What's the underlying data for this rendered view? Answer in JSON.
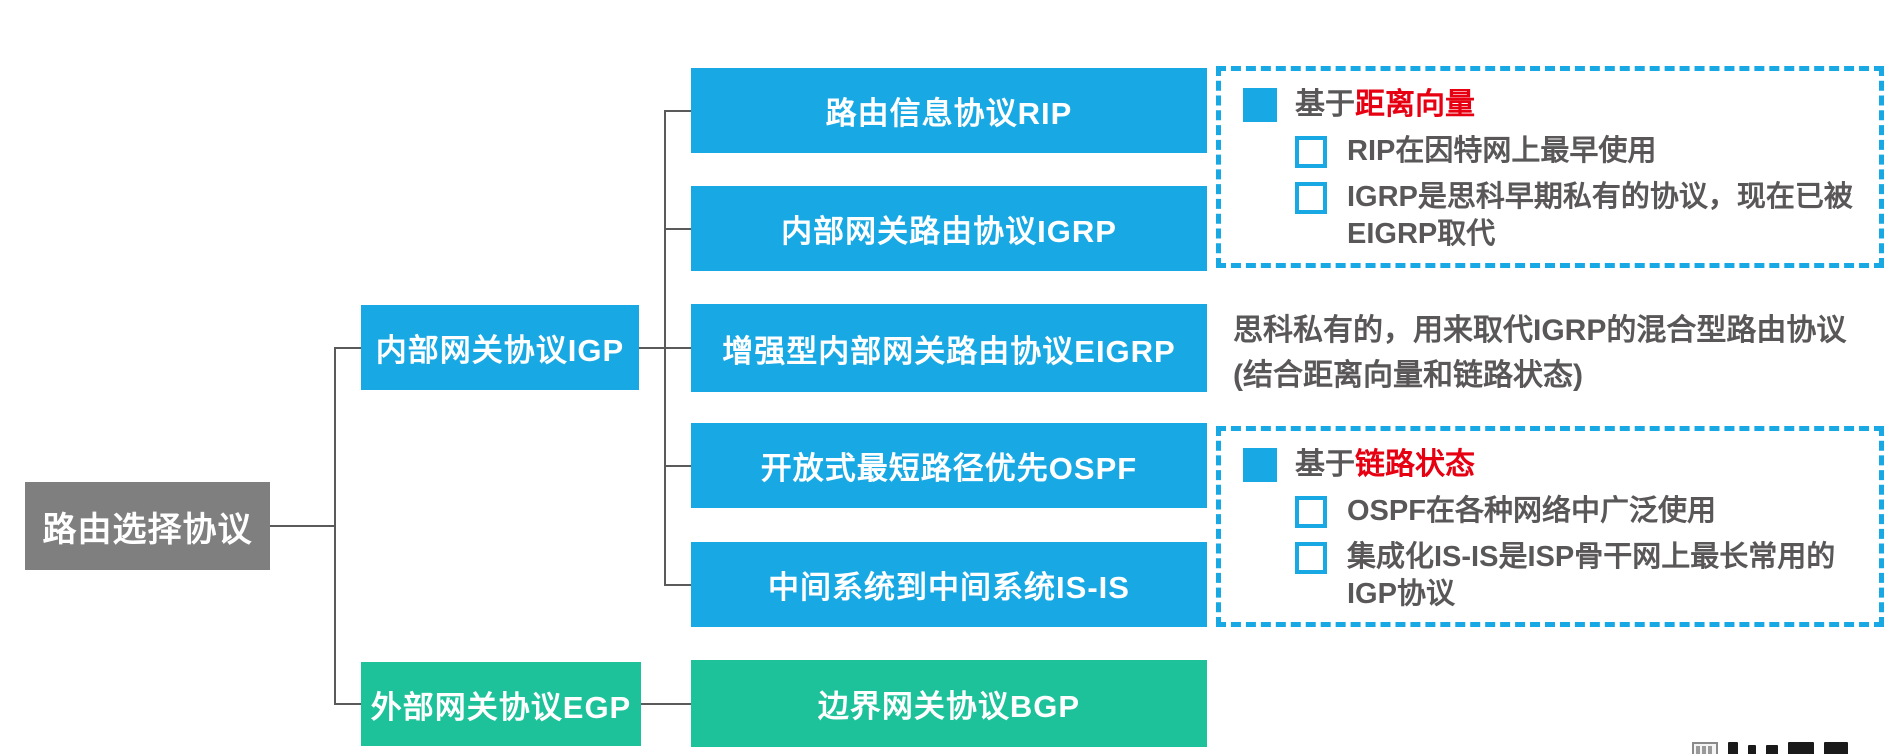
{
  "root": {
    "label": "路由选择协议"
  },
  "groups": {
    "igp": {
      "label": "内部网关协议IGP"
    },
    "egp": {
      "label": "外部网关协议EGP"
    }
  },
  "branches": [
    {
      "label": "路由信息协议RIP"
    },
    {
      "label": "内部网关路由协议IGRP"
    },
    {
      "label": "增强型内部网关路由协议EIGRP"
    },
    {
      "label": "开放式最短路径优先OSPF"
    },
    {
      "label": "中间系统到中间系统IS-IS"
    },
    {
      "label": "边界网关协议BGP"
    }
  ],
  "notes": {
    "distance_vector": {
      "heading_prefix": "基于",
      "heading_highlight": "距离向量",
      "items": [
        "RIP在因特网上最早使用",
        "IGRP是思科早期私有的协议，现在已被EIGRP取代"
      ]
    },
    "eigrp_note": {
      "line1": "思科私有的，用来取代IGRP的混合型路由协议",
      "line2": "(结合距离向量和链路状态)"
    },
    "link_state": {
      "heading_prefix": "基于",
      "heading_highlight": "链路状态",
      "items": [
        "OSPF在各种网络中广泛使用",
        "集成化IS-IS是ISP骨干网上最长常用的IGP协议"
      ]
    }
  },
  "colors": {
    "blue": "#18a9e4",
    "green": "#1ec29a",
    "gray": "#7f7f7f",
    "red_highlight": "#e60012",
    "dark_text": "#595757",
    "connector": "#5a5a5a"
  }
}
